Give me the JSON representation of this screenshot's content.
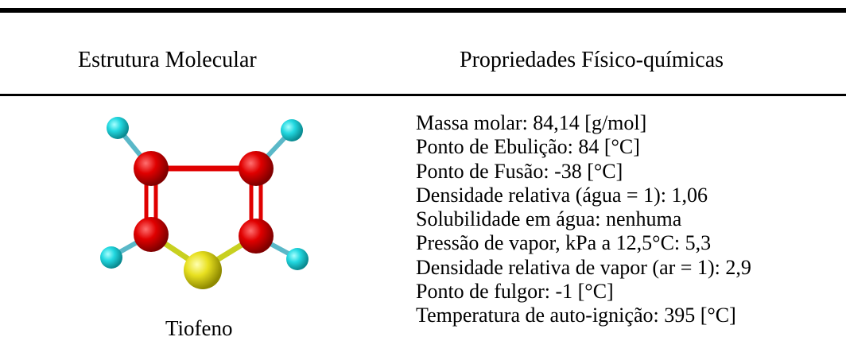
{
  "table": {
    "header": {
      "left": "Estrutura Molecular",
      "right": "Propriedades Físico-químicas"
    },
    "molecule": {
      "name": "Tiofeno",
      "colors": {
        "carbon": "#e00000",
        "hydrogen": "#22d8e0",
        "sulfur": "#e8e020",
        "bond": "#e00000"
      }
    },
    "properties": [
      "Massa molar: 84,14 [g/mol]",
      "Ponto de Ebulição: 84 [°C]",
      "Ponto de Fusão: -38 [°C]",
      "Densidade relativa (água = 1): 1,06",
      "Solubilidade em água: nenhuma",
      "Pressão de vapor, kPa a 12,5°C: 5,3",
      "Densidade relativa de vapor (ar = 1): 2,9",
      "Ponto de fulgor: -1 [°C]",
      "Temperatura de auto-ignição: 395 [°C]"
    ]
  }
}
